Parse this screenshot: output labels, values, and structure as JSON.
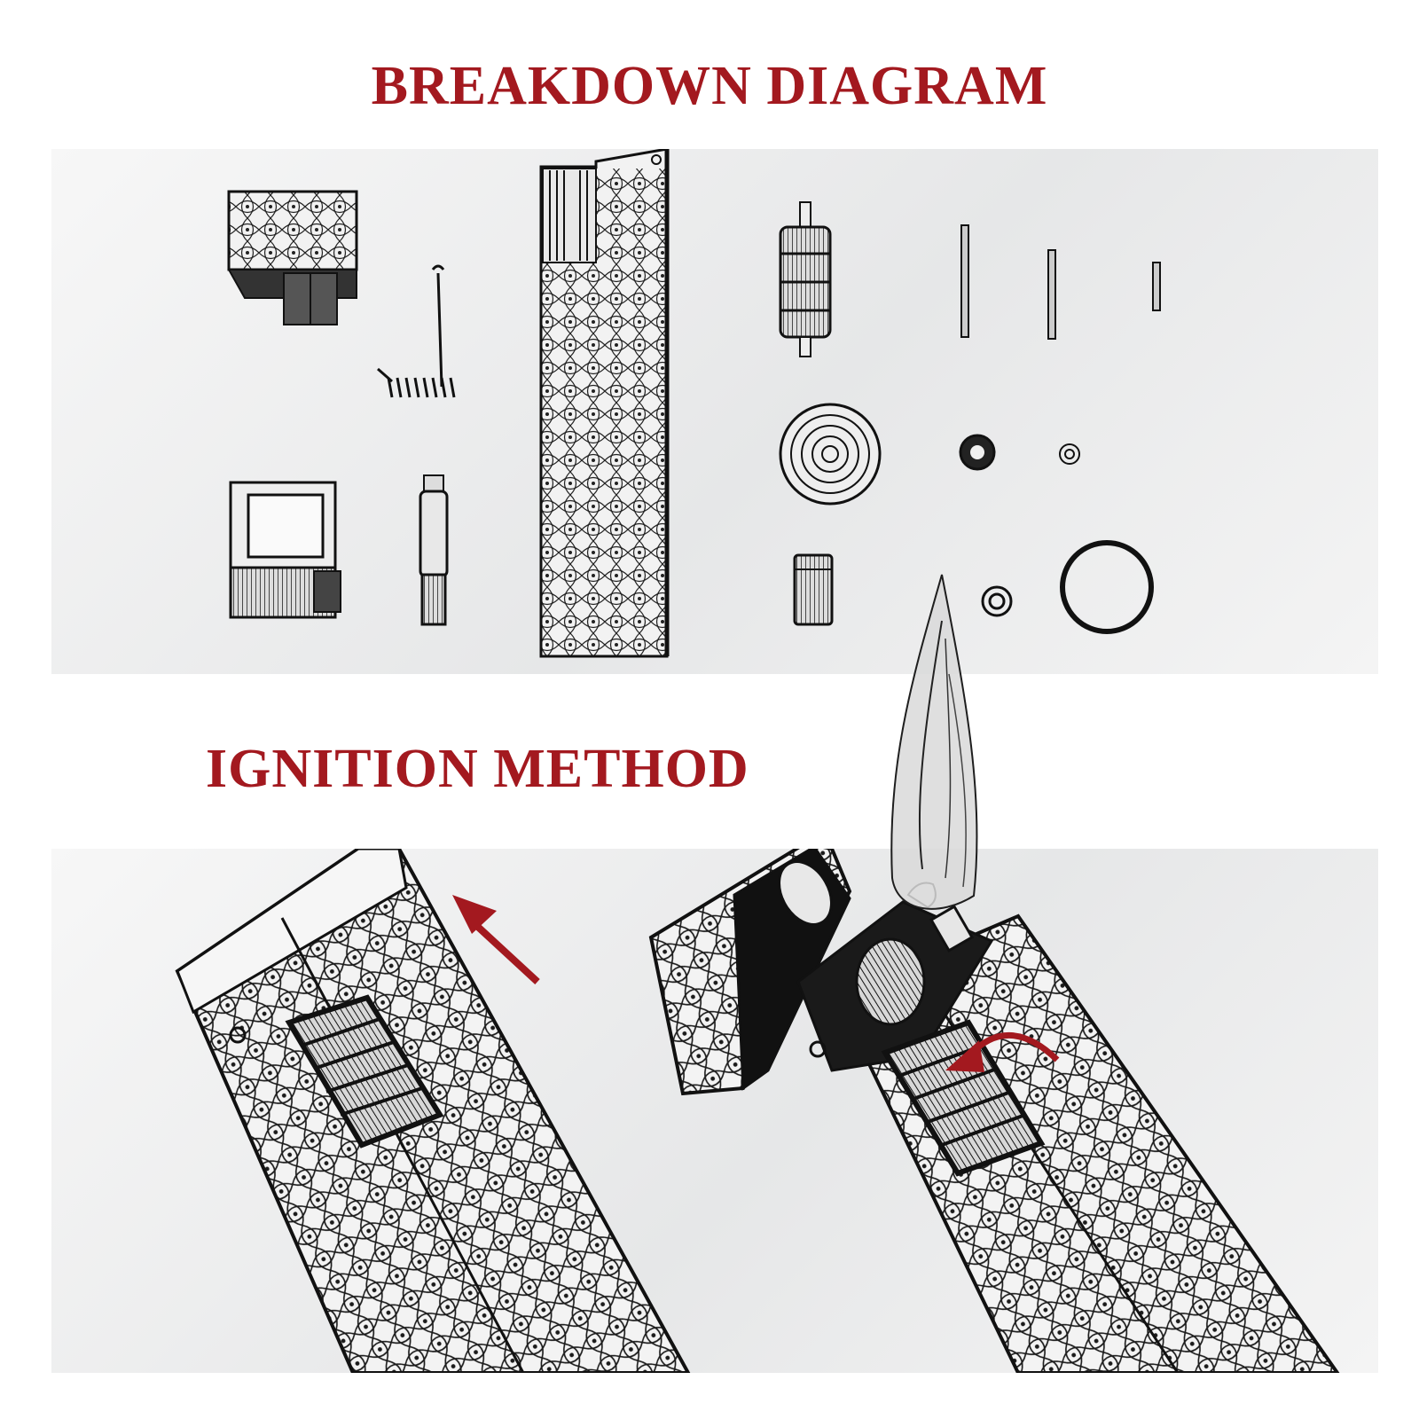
{
  "headings": {
    "breakdown": "BREAKDOWN DIAGRAM",
    "ignition": "IGNITION METHOD"
  },
  "colors": {
    "heading": "#a3191f",
    "arrow": "#a3191f",
    "ink": "#1a1a1a",
    "panel_bg": "#ececed"
  },
  "parts": [
    "chimney-cap",
    "spring",
    "lighter-case",
    "flint-wheel",
    "pin-long",
    "pin-medium",
    "pin-short",
    "insert-frame",
    "flint-tube",
    "wheel-disc",
    "grommet",
    "small-washer",
    "screw-plug",
    "washer",
    "o-ring"
  ],
  "ignition_steps": [
    {
      "step": "open-lid",
      "icon": "arrow-up-left-icon"
    },
    {
      "step": "roll-wheel",
      "icon": "curved-arrow-icon"
    }
  ]
}
